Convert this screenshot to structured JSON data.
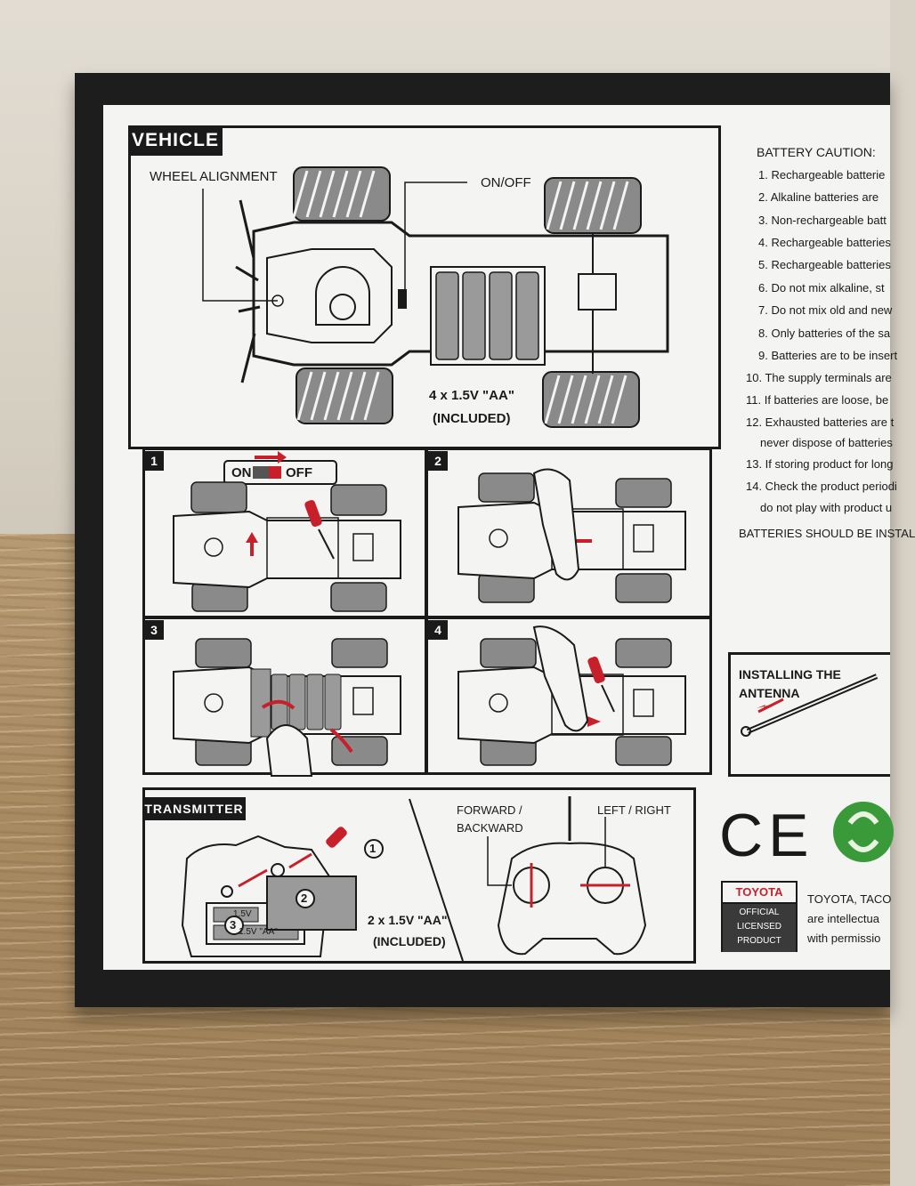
{
  "vehicle": {
    "tag": "VEHICLE",
    "wheel_alignment": "WHEEL ALIGNMENT",
    "on_off": "ON/OFF",
    "battery_spec": "4 x 1.5V \"AA\"",
    "included": "(INCLUDED)",
    "battery_cell_label": "1.5V \"AA\""
  },
  "steps": [
    {
      "num": "1",
      "on": "ON",
      "off": "OFF"
    },
    {
      "num": "2"
    },
    {
      "num": "3"
    },
    {
      "num": "4"
    }
  ],
  "battery_caution": {
    "title": "BATTERY CAUTION:",
    "lines": [
      "1. Rechargeable batterie",
      "2. Alkaline batteries are",
      "3. Non-rechargeable batt",
      "4. Rechargeable batteries",
      "5. Rechargeable batteries",
      "6. Do not mix alkaline, st",
      "7. Do not mix old and new",
      "8. Only batteries of the sa",
      "9. Batteries are to be insert",
      "10. The supply terminals are",
      "11. If batteries are loose, be",
      "12. Exhausted batteries are t",
      "never dispose of batteries",
      "13. If storing product for long",
      "14. Check the product periodi",
      "do not play with product u"
    ],
    "footer": "BATTERIES SHOULD BE INSTAL"
  },
  "antenna": {
    "title_line1": "INSTALLING THE",
    "title_line2": "ANTENNA"
  },
  "transmitter": {
    "tag": "TRANSMITTER",
    "battery_spec": "2 x 1.5V \"AA\"",
    "included": "(INCLUDED)",
    "cell_label": "1.5V",
    "cell_label2": "1.5V \"AA\"",
    "callout_1": "1",
    "callout_2": "2",
    "callout_3": "3",
    "forward_line1": "FORWARD /",
    "forward_line2": "BACKWARD",
    "left_right": "LEFT / RIGHT"
  },
  "marks": {
    "ce": "CE"
  },
  "license": {
    "brand": "TOYOTA",
    "badge_line1": "OFFICIAL",
    "badge_line2": "LICENSED",
    "badge_line3": "PRODUCT",
    "text_line1": "TOYOTA, TACO",
    "text_line2": "are intellectua",
    "text_line3": "with permissio"
  },
  "colors": {
    "accent_red": "#c8202a",
    "ink": "#1a1a1a",
    "panel": "#f4f4f2",
    "recycle_green": "#3a9a3a"
  }
}
